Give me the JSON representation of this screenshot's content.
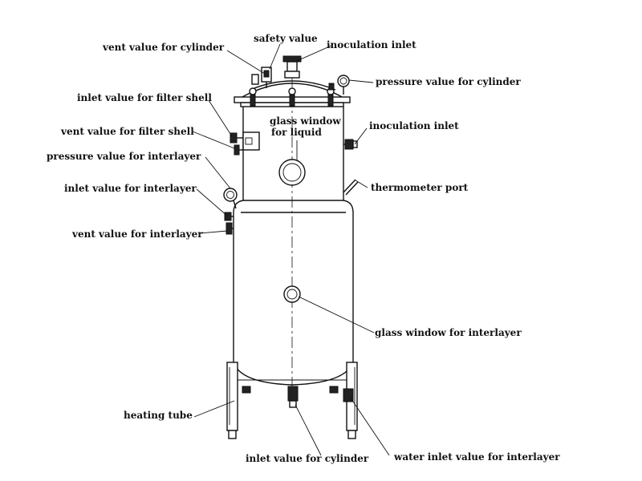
{
  "labels": {
    "vent_cylinder": "vent value for cylinder",
    "safety": "safety value",
    "inoc_top": "inoculation inlet",
    "pressure_cylinder": "pressure value for cylinder",
    "inlet_filter_shell": "inlet value for filter shell",
    "glass_window_liquid_1": "glass window",
    "glass_window_liquid_2": "for liquid",
    "vent_filter_shell": "vent value for filter shell",
    "inoc_side": "inoculation inlet",
    "pressure_interlayer": "pressure value for interlayer",
    "inlet_interlayer": "inlet value for interlayer",
    "thermometer": "thermometer port",
    "vent_interlayer": "vent value for interlayer",
    "glass_window_interlayer": "glass window for interlayer",
    "heating_tube": "heating tube",
    "inlet_cylinder": "inlet value for cylinder",
    "water_inlet": "water inlet value for interlayer"
  }
}
